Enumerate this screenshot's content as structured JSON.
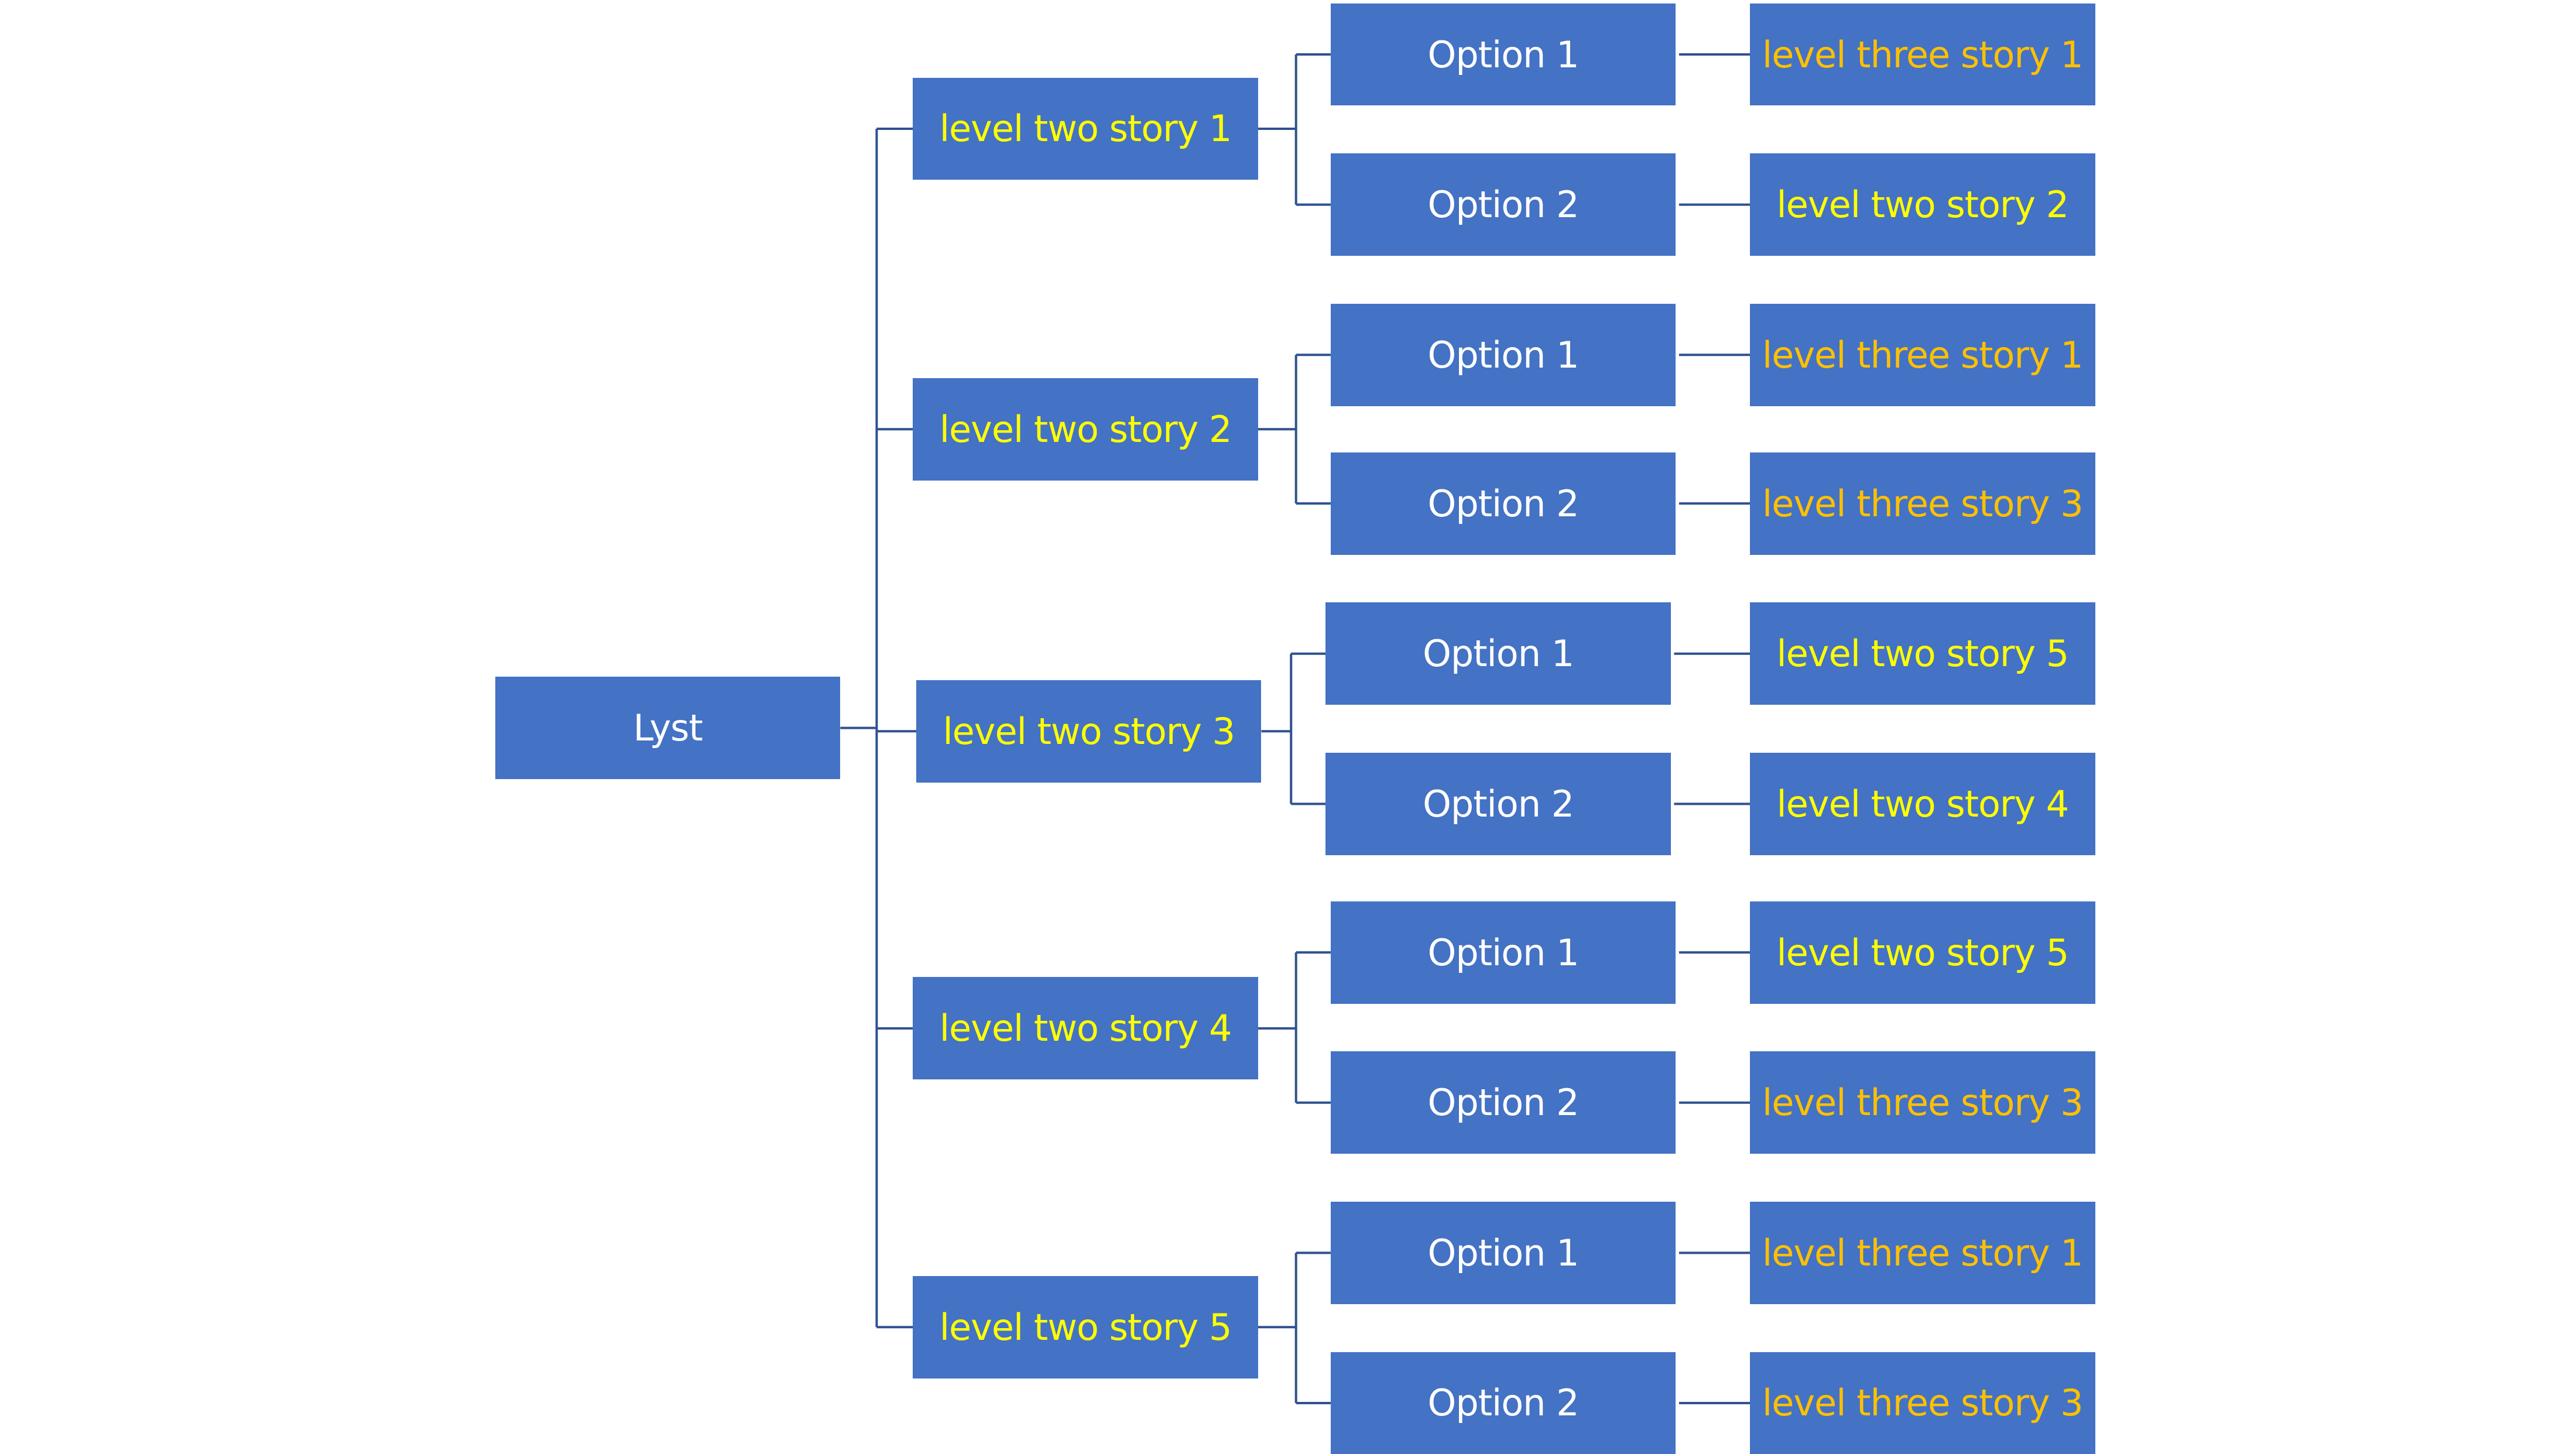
{
  "root": {
    "label": "Lyst",
    "text_color": "#FFFFFF"
  },
  "colors": {
    "box": "#4472C4",
    "connector": "#2F528F",
    "level_two_text": "#FFFF00",
    "option_text": "#FFFFFF",
    "level_three_text": "#FFC000",
    "background": "#FFFFFF"
  },
  "branches": [
    {
      "label": "level two story 1",
      "options": [
        {
          "label": "Option 1",
          "target": "level three story 1",
          "target_color": "#FFC000"
        },
        {
          "label": "Option 2",
          "target": "level two story 2",
          "target_color": "#FFFF00"
        }
      ]
    },
    {
      "label": "level two story 2",
      "options": [
        {
          "label": "Option 1",
          "target": "level three story 1",
          "target_color": "#FFC000"
        },
        {
          "label": "Option 2",
          "target": "level three story 3",
          "target_color": "#FFC000"
        }
      ]
    },
    {
      "label": "level two story 3",
      "options": [
        {
          "label": "Option 1",
          "target": "level two story 5",
          "target_color": "#FFFF00"
        },
        {
          "label": "Option 2",
          "target": "level two story 4",
          "target_color": "#FFFF00"
        }
      ]
    },
    {
      "label": "level two story 4",
      "options": [
        {
          "label": "Option 1",
          "target": "level two story 5",
          "target_color": "#FFFF00"
        },
        {
          "label": "Option 2",
          "target": "level three story 3",
          "target_color": "#FFC000"
        }
      ]
    },
    {
      "label": "level two story 5",
      "options": [
        {
          "label": "Option 1",
          "target": "level three story 1",
          "target_color": "#FFC000"
        },
        {
          "label": "Option 2",
          "target": "level three story 3",
          "target_color": "#FFC000"
        }
      ]
    }
  ]
}
